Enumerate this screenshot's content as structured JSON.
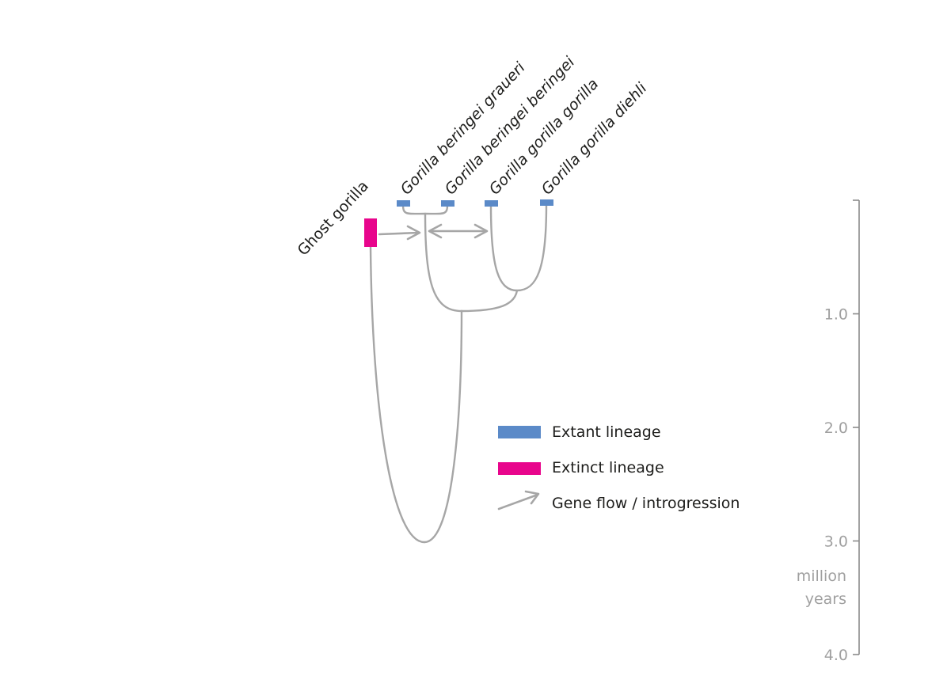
{
  "colors": {
    "extant": "#5b8ac8",
    "extinct": "#e8058c",
    "branch": "#a6a6a6",
    "axis": "#8a8a8a",
    "axis_text": "#a0a0a0",
    "text": "#1d1d1b"
  },
  "taxa": [
    {
      "id": "ghost",
      "label": "Ghost gorilla",
      "status": "extinct"
    },
    {
      "id": "graueri",
      "label": "Gorilla beringei graueri",
      "status": "extant"
    },
    {
      "id": "beringei",
      "label": "Gorilla beringei beringei",
      "status": "extant"
    },
    {
      "id": "gorilla",
      "label": "Gorilla gorilla gorilla",
      "status": "extant"
    },
    {
      "id": "diehli",
      "label": "Gorilla gorilla diehli",
      "status": "extant"
    }
  ],
  "divergence_mya": {
    "root_ghost_vs_modern": 3.0,
    "beringei_vs_gorilla": 1.0,
    "gorilla_vs_diehli": 0.75,
    "graueri_vs_beringei": 0.08
  },
  "gene_flow": [
    {
      "from": "ghost",
      "to": "beringei_ancestor",
      "direction": "one-way"
    },
    {
      "from": "beringei_ancestor",
      "to": "gorilla",
      "direction": "two-way"
    }
  ],
  "legend": {
    "extant_label": "Extant lineage",
    "extinct_label": "Extinct lineage",
    "flow_label": "Gene flow / introgression"
  },
  "time_axis": {
    "ticks": [
      {
        "value": 1.0,
        "label": "1.0"
      },
      {
        "value": 2.0,
        "label": "2.0"
      },
      {
        "value": 3.0,
        "label": "3.0"
      },
      {
        "value": 4.0,
        "label": "4.0"
      }
    ],
    "unit_line1": "million",
    "unit_line2": "years",
    "range": [
      0,
      4.0
    ]
  }
}
